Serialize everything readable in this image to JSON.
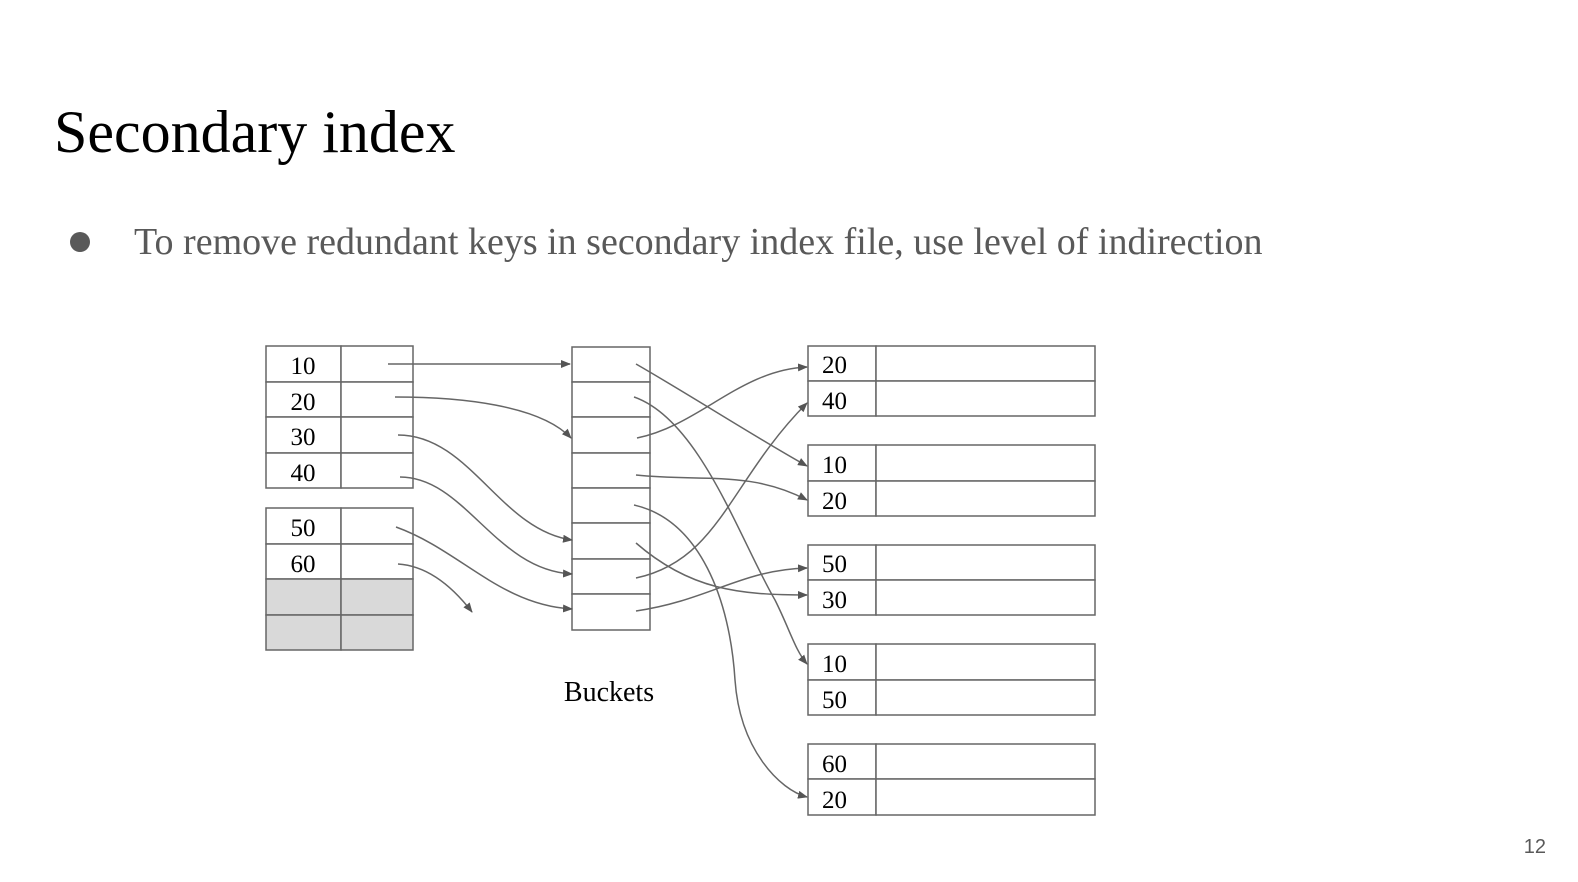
{
  "title": "Secondary index",
  "bullets": [
    {
      "text": "To remove redundant keys in secondary index file, use level of indirection"
    }
  ],
  "index_blocks": [
    {
      "keys": [
        "10",
        "20",
        "30",
        "40"
      ]
    },
    {
      "keys": [
        "50",
        "60",
        "",
        ""
      ]
    }
  ],
  "buckets_label": "Buckets",
  "data_blocks": [
    {
      "keys": [
        "20",
        "40"
      ]
    },
    {
      "keys": [
        "10",
        "20"
      ]
    },
    {
      "keys": [
        "50",
        "30"
      ]
    },
    {
      "keys": [
        "10",
        "50"
      ]
    },
    {
      "keys": [
        "60",
        "20"
      ]
    }
  ],
  "colors": {
    "line": "#666666",
    "arrow": "#555555",
    "text": "#000000",
    "bullet_text": "#595959",
    "empty_cell": "#d9d9d9"
  },
  "page_number": "12"
}
